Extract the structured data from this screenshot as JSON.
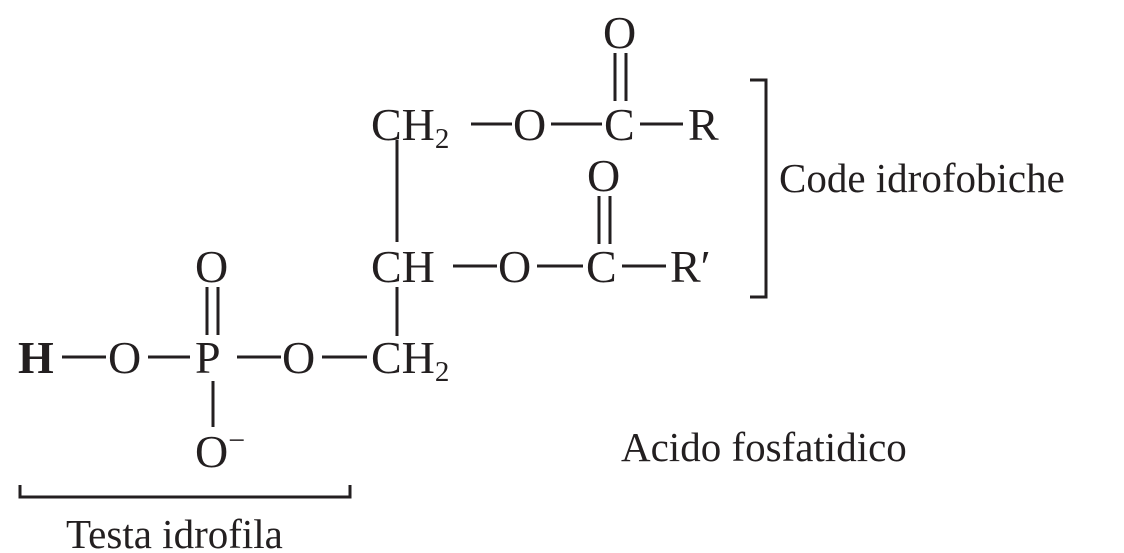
{
  "atoms": {
    "ch2_top": "CH",
    "ch2_top_sub": "2",
    "o_ester_top": "O",
    "c_carbonyl_top": "C",
    "o_carbonyl_top": "O",
    "r_top": "R",
    "o_carbonyl_mid": "O",
    "ch_mid": "CH",
    "o_ester_mid": "O",
    "c_carbonyl_mid": "C",
    "r_prime": "R′",
    "h_acid": "H",
    "o_hydroxyl": "O",
    "p_phosphorus": "P",
    "o_phosphoryl": "O",
    "o_bridge": "O",
    "ch2_bottom": "CH",
    "ch2_bottom_sub": "2",
    "o_anion": "O",
    "o_anion_charge": "−"
  },
  "labels": {
    "tails": "Code idrofobiche",
    "head": "Testa idrofila",
    "compound": "Acido fosfatidico"
  },
  "colors": {
    "ink": "#231f20",
    "highlight": "#ed1c24"
  }
}
